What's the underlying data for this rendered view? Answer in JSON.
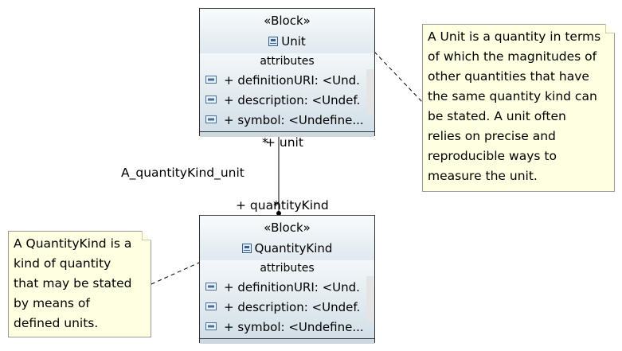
{
  "unit_block": {
    "stereotype": "«Block»",
    "name": "Unit",
    "compartment_title": "attributes",
    "attributes": [
      "+ definitionURI: <Und.",
      "+ description: <Undef.",
      "+ symbol: <Undefine..."
    ]
  },
  "quantitykind_block": {
    "stereotype": "«Block»",
    "name": "QuantityKind",
    "compartment_title": "attributes",
    "attributes": [
      "+ definitionURI: <Und.",
      "+ description: <Undef.",
      "+ symbol: <Undefine..."
    ]
  },
  "association": {
    "name": "A_quantityKind_unit",
    "unit_end_multiplicity": "*",
    "unit_end_role": "+ unit",
    "quantitykind_end_multiplicity": "*",
    "quantitykind_end_role": "+ quantityKind"
  },
  "unit_note": {
    "lines": [
      "A Unit is a quantity in terms",
      "of which the magnitudes of",
      "other quantities that have",
      "the same quantity kind can",
      "be stated. A unit often",
      "relies on precise and",
      "reproducible ways to",
      "measure the unit."
    ]
  },
  "quantitykind_note": {
    "lines": [
      "A QuantityKind is a",
      "kind of quantity",
      "that may be stated",
      "by means of",
      "defined units."
    ]
  },
  "colors": {
    "block_fill": "#e3ecf2",
    "note_fill": "#ffffe1",
    "border": "#333333"
  }
}
